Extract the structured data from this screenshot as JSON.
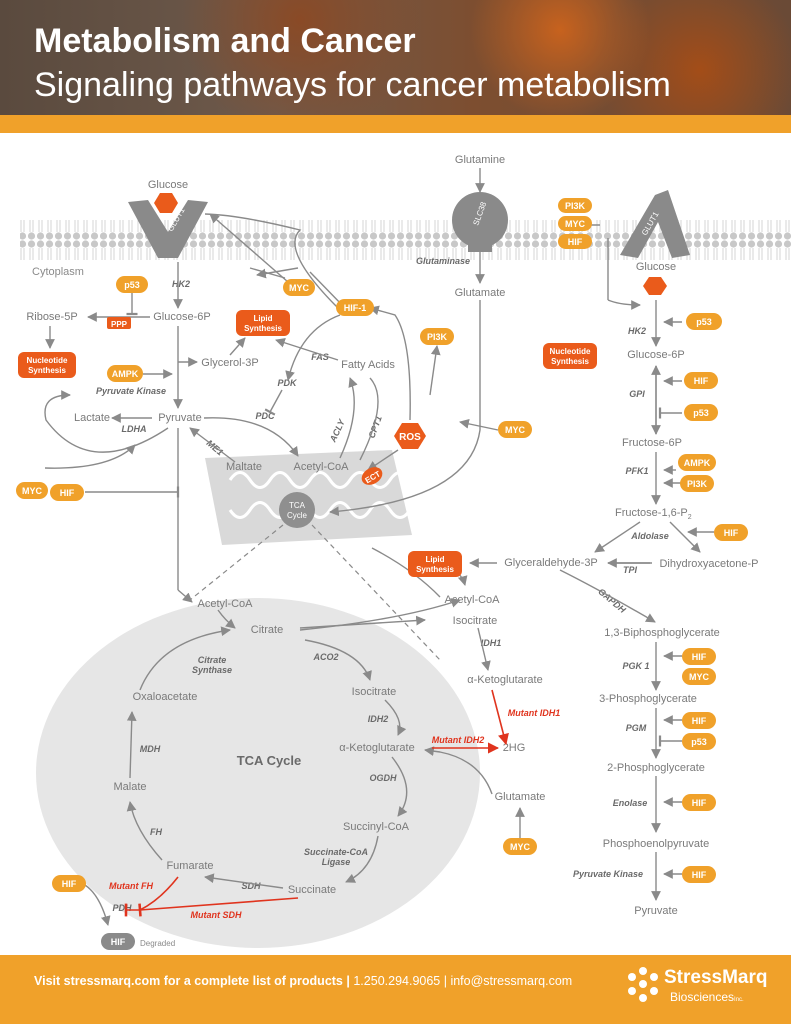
{
  "header": {
    "title": "Metabolism and Cancer",
    "subtitle": "Signaling pathways for cancer metabolism"
  },
  "footer": {
    "visit_text": "Visit stressmarq.com for a complete list of products",
    "separator": "|",
    "contact": "1.250.294.9065 | info@stressmarq.com",
    "brand": "StressMarq",
    "brand_sub": "Biosciences",
    "brand_suffix": "Inc."
  },
  "colors": {
    "orange": "#f0a12a",
    "dark_orange": "#ea5b1b",
    "red": "#e0341e",
    "gray": "#8a8a8a",
    "mutant": "#e0341e"
  },
  "labels": {
    "glutamine": "Glutamine",
    "glucose_top_left": "Glucose",
    "glucose_right": "Glucose",
    "cytoplasm": "Cytoplasm",
    "slc38": "SLC38",
    "glut1": "GLUT1",
    "ribose5p": "Ribose-5P",
    "glucose6p_left": "Glucose-6P",
    "glycerol3p": "Glycerol-3P",
    "fatty_acids": "Fatty Acids",
    "pyruvate_left": "Pyruvate",
    "lactate": "Lactate",
    "glutamate_top": "Glutamate",
    "malate_top": "Maltate",
    "acetylcoa_top": "Acetyl-CoA",
    "tca_small": "TCA",
    "cycle_small": "Cycle",
    "acetylcoa_main": "Acetyl-CoA",
    "citrate": "Citrate",
    "isocitrate_main": "Isocitrate",
    "akg_main": "α-Ketoglutarate",
    "succinylcoa": "Succinyl-CoA",
    "succinate": "Succinate",
    "fumarate": "Fumarate",
    "malate": "Malate",
    "oxaloacetate": "Oxaloacetate",
    "tca_cycle": "TCA Cycle",
    "acetylcoa_right": "Acetyl-CoA",
    "isocitrate_right": "Isocitrate",
    "akg_right": "α-Ketoglutarate",
    "hg2": "2HG",
    "glutamate_bottom": "Glutamate",
    "glucose6p_right": "Glucose-6P",
    "fructose6p": "Fructose-6P",
    "fructose16": "Fructose-1,6-P",
    "fructose16_sub": "2",
    "g3p": "Glyceraldehyde-3P",
    "dhap": "Dihydroxyacetone-P",
    "bpg": "1,3-Biphosphoglycerate",
    "pg3": "3-Phosphoglycerate",
    "pg2": "2-Phosphoglycerate",
    "pep": "Phosphoenolpyruvate",
    "pyruvate_right": "Pyruvate",
    "degraded": "Degraded"
  },
  "enzymes": {
    "hk2_left": "HK2",
    "ppp": "PPP",
    "pyruvate_kinase_left": "Pyruvate Kinase",
    "ldha": "LDHA",
    "fas": "FAS",
    "pdk": "PDK",
    "pdc": "PDC",
    "acly": "ACLY",
    "cpt1": "CPT1",
    "me1": "ME1",
    "glutaminase": "Glutaminase",
    "hk2_right": "HK2",
    "gpi": "GPI",
    "pfk1": "PFK1",
    "aldolase": "Aldolase",
    "tpi": "TPI",
    "gapdh": "GAPDH",
    "pgk1": "PGK 1",
    "pgm": "PGM",
    "enolase": "Enolase",
    "pyruvate_kinase_right": "Pyruvate Kinase",
    "idh1": "IDH1",
    "aco2": "ACO2",
    "idh2": "IDH2",
    "ogdh": "OGDH",
    "scl_1": "Succinate-CoA",
    "scl_2": "Ligase",
    "sdh": "SDH",
    "fh": "FH",
    "mdh": "MDH",
    "cs_1": "Citrate",
    "cs_2": "Synthase",
    "pdh": "PDH"
  },
  "mutants": {
    "idh1": "Mutant IDH1",
    "idh2": "Mutant IDH2",
    "fh": "Mutant FH",
    "sdh": "Mutant SDH"
  },
  "badges": {
    "p53": "p53",
    "myc": "MYC",
    "hif": "HIF",
    "hif1": "HIF-1",
    "pi3k": "PI3K",
    "ampk": "AMPK",
    "ros": "ROS",
    "ect": "ECT",
    "lipid1": "Lipid",
    "lipid2": "Synthesis",
    "nuc1": "Nucleotide",
    "nuc2": "Synthesis"
  }
}
